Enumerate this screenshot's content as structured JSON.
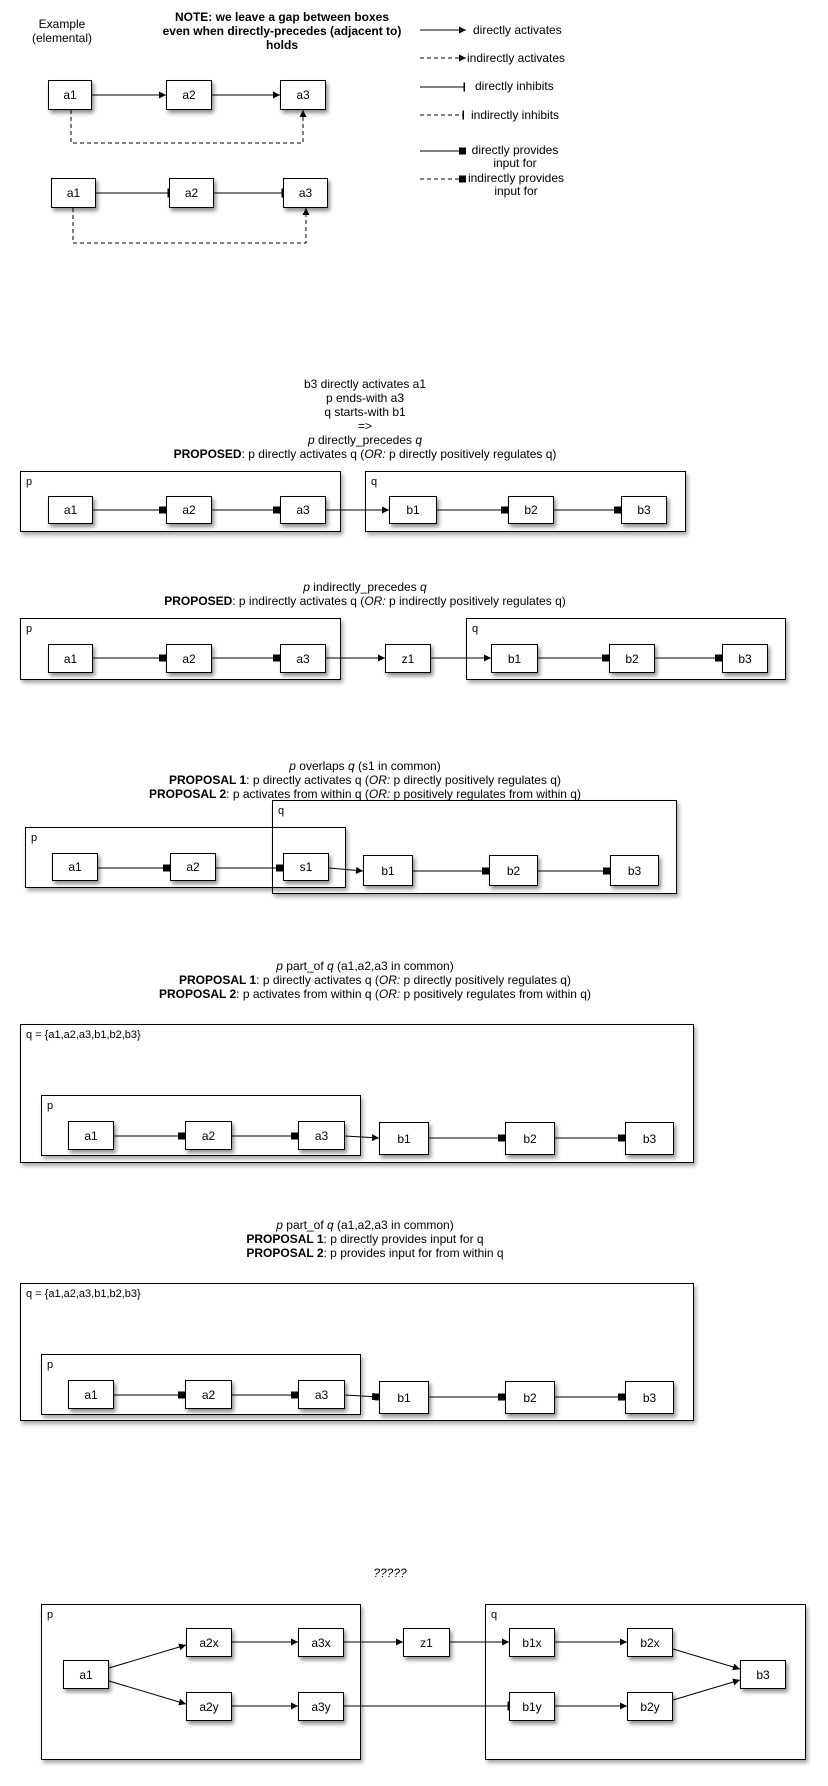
{
  "legend": {
    "example_title": [
      "Example",
      "(elemental)"
    ],
    "note": [
      "NOTE: we leave a gap between boxes",
      "even when directly-precedes (adjacent to)",
      "holds"
    ],
    "items": [
      {
        "label": "directly activates"
      },
      {
        "label": "indirectly activates"
      },
      {
        "label": "directly inhibits"
      },
      {
        "label": "indirectly inhibits"
      },
      {
        "label": "directly provides\ninput for"
      },
      {
        "label": "indirectly provides\ninput for"
      }
    ]
  },
  "example": {
    "row1": [
      "a1",
      "a2",
      "a3"
    ],
    "row2": [
      "a1",
      "a2",
      "a3"
    ]
  },
  "section1": {
    "caption": [
      "b3 directly activates a1",
      "p ends-with a3",
      "q starts-with b1",
      "=>"
    ],
    "caption_ital": {
      "p": "p",
      "rel": " directly_precedes ",
      "q": "q"
    },
    "proposed": {
      "bold": "PROPOSED",
      "text1": ": p directly activates q (",
      "or": "OR:",
      "text2": " p directly positively regulates q)"
    },
    "p_label": "p",
    "q_label": "q",
    "p_nodes": [
      "a1",
      "a2",
      "a3"
    ],
    "q_nodes": [
      "b1",
      "b2",
      "b3"
    ]
  },
  "section2": {
    "caption_ital": {
      "p": "p",
      "rel": " indirectly_precedes ",
      "q": "q"
    },
    "proposed": {
      "bold": "PROPOSED",
      "text1": ": p indirectly activates q (",
      "or": "OR:",
      "text2": " p indirectly positively regulates q)"
    },
    "p_label": "p",
    "q_label": "q",
    "p_nodes": [
      "a1",
      "a2",
      "a3"
    ],
    "mid": "z1",
    "q_nodes": [
      "b1",
      "b2",
      "b3"
    ]
  },
  "section3": {
    "caption": {
      "p": "p",
      "rel": " overlaps ",
      "q": "q",
      "rest": " (s1 in common)"
    },
    "proposal1": {
      "bold": "PROPOSAL 1",
      "text1": ": p directly activates q (",
      "or": "OR:",
      "text2": " p directly positively regulates q)"
    },
    "proposal2": {
      "bold": "PROPOSAL 2",
      "text1": ": p activates from within q (",
      "or": "OR:",
      "text2": " p positively regulates from within q)"
    },
    "p_label": "p",
    "q_label": "q",
    "nodes": [
      "a1",
      "a2",
      "s1",
      "b1",
      "b2",
      "b3"
    ]
  },
  "section4": {
    "caption": {
      "p": "p",
      "rel": " part_of ",
      "q": "q",
      "rest": " (a1,a2,a3 in common)"
    },
    "proposal1": {
      "bold": "PROPOSAL 1",
      "text1": ": p directly activates q (",
      "or": "OR:",
      "text2": " p directly positively regulates q)"
    },
    "proposal2": {
      "bold": "PROPOSAL 2",
      "text1": ": p activates from within q (",
      "or": "OR:",
      "text2": " p positively regulates from within q)"
    },
    "q_label": "q = {a1,a2,a3,b1,b2,b3}",
    "p_label": "p",
    "p_nodes": [
      "a1",
      "a2",
      "a3"
    ],
    "q_nodes": [
      "b1",
      "b2",
      "b3"
    ]
  },
  "section5": {
    "caption": {
      "p": "p",
      "rel": " part_of ",
      "q": "q",
      "rest": " (a1,a2,a3 in common)"
    },
    "proposal1": {
      "bold": "PROPOSAL 1",
      "text1": ": p directly provides input for q"
    },
    "proposal2": {
      "bold": "PROPOSAL 2",
      "text1": ": p provides input for from within q"
    },
    "q_label": "q = {a1,a2,a3,b1,b2,b3}",
    "p_label": "p",
    "p_nodes": [
      "a1",
      "a2",
      "a3"
    ],
    "q_nodes": [
      "b1",
      "b2",
      "b3"
    ]
  },
  "section6": {
    "caption": "?????",
    "p_label": "p",
    "q_label": "q",
    "nodes": {
      "a1": "a1",
      "a2x": "a2x",
      "a3x": "a3x",
      "a2y": "a2y",
      "a3y": "a3y",
      "z1": "z1",
      "b1x": "b1x",
      "b2x": "b2x",
      "b1y": "b1y",
      "b2y": "b2y",
      "b3": "b3"
    }
  }
}
